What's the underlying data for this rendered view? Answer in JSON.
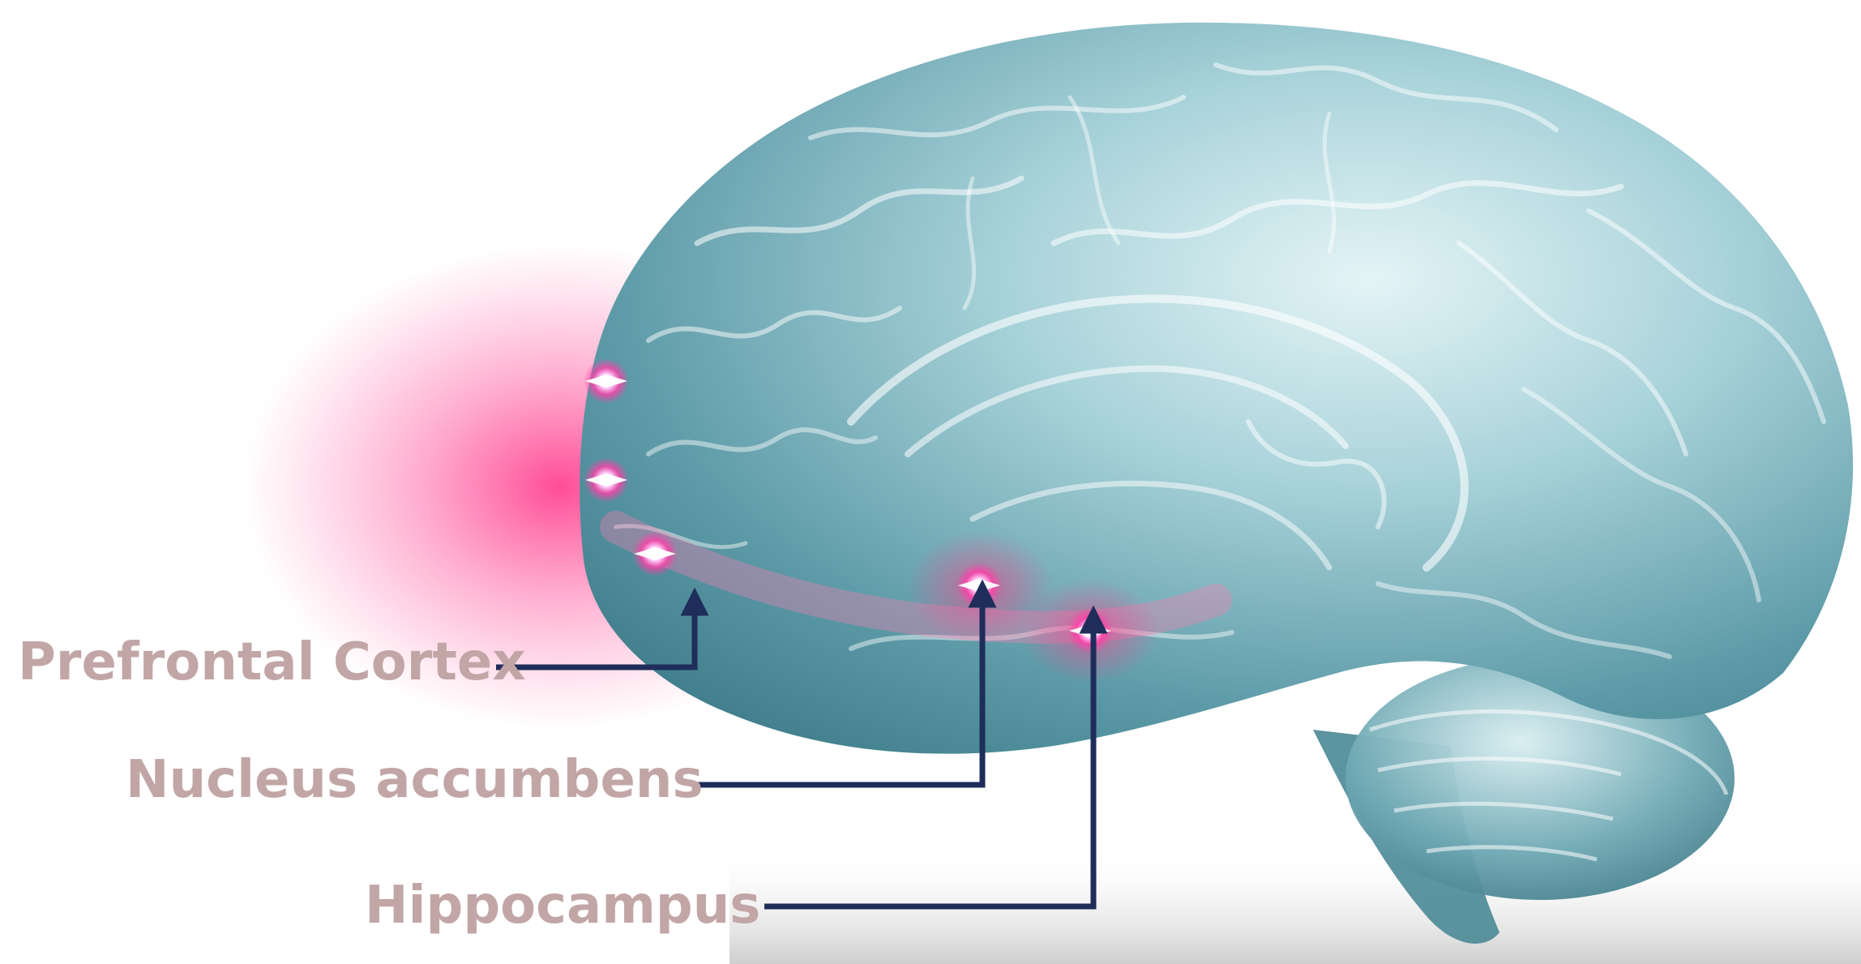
{
  "labels": {
    "prefrontal_cortex": "Prefrontal Cortex",
    "nucleus_accumbens": "Nucleus accumbens",
    "hippocampus": "Hippocampus"
  },
  "colors": {
    "label_text": "#c2a6a6",
    "leader_line": "#1f2d5a",
    "highlight_glow": "#ff2d86",
    "brain_base": "#5f9aa6",
    "brain_light": "#d9eef1"
  },
  "highlighted_regions": [
    "prefrontal cortex",
    "nucleus accumbens",
    "hippocampus"
  ]
}
